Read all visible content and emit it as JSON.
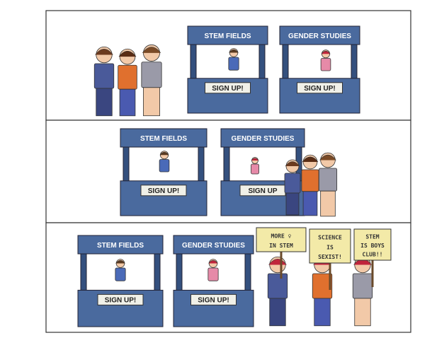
{
  "panels": [
    {
      "booths": [
        {
          "title": "STEM FIELDS",
          "sign": "SIGN UP!"
        },
        {
          "title": "GENDER STUDIES",
          "sign": "SIGN UP!"
        }
      ]
    },
    {
      "booths": [
        {
          "title": "STEM FIELDS",
          "sign": "SIGN UP!"
        },
        {
          "title": "GENDER STUDIES",
          "sign": "SIGN UP"
        }
      ]
    },
    {
      "booths": [
        {
          "title": "STEM FIELDS",
          "sign": "SIGN UP!"
        },
        {
          "title": "GENDER STUDIES",
          "sign": "SIGN UP!"
        }
      ],
      "protest_signs": [
        [
          "MORE ♀",
          "IN STEM"
        ],
        [
          "SCIENCE",
          "IS",
          "SEXIST!"
        ],
        [
          "STEM",
          "IS BOYS",
          "CLUB!!"
        ]
      ]
    }
  ],
  "colors": {
    "booth": "#4a6a9e",
    "booth_dark": "#34507e",
    "sign_bg": "#f0f0e8",
    "protest_sign": "#f3eaa8",
    "hair_red": "#c0243c"
  }
}
